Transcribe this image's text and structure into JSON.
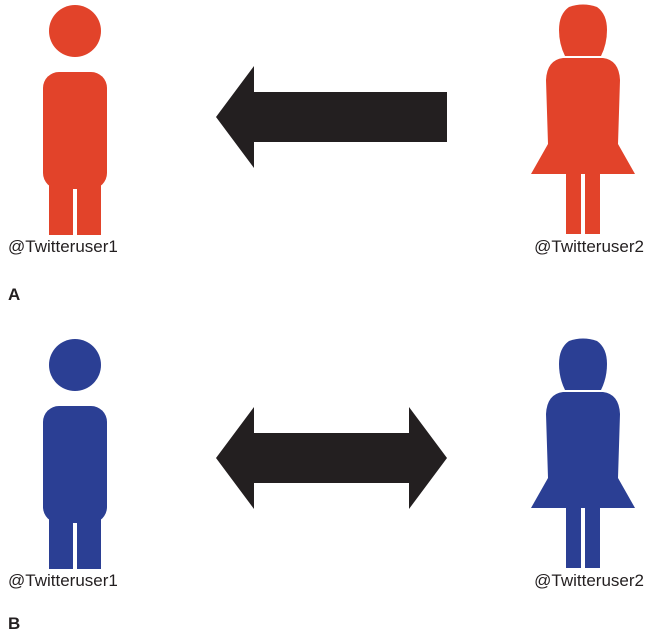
{
  "colors": {
    "panel_a_people": "#e2432a",
    "panel_b_people": "#2b3f94",
    "arrow": "#231f20",
    "text": "#231f20"
  },
  "panels": [
    {
      "letter": "A",
      "left_user": "@Twitteruser1",
      "right_user": "@Twitteruser2",
      "arrow": "one-way",
      "arrow_direction": "right-to-left"
    },
    {
      "letter": "B",
      "left_user": "@Twitteruser1",
      "right_user": "@Twitteruser2",
      "arrow": "two-way",
      "arrow_direction": "bidirectional"
    }
  ],
  "icons": {
    "left_person": "male-person-icon",
    "right_person": "female-person-icon"
  }
}
